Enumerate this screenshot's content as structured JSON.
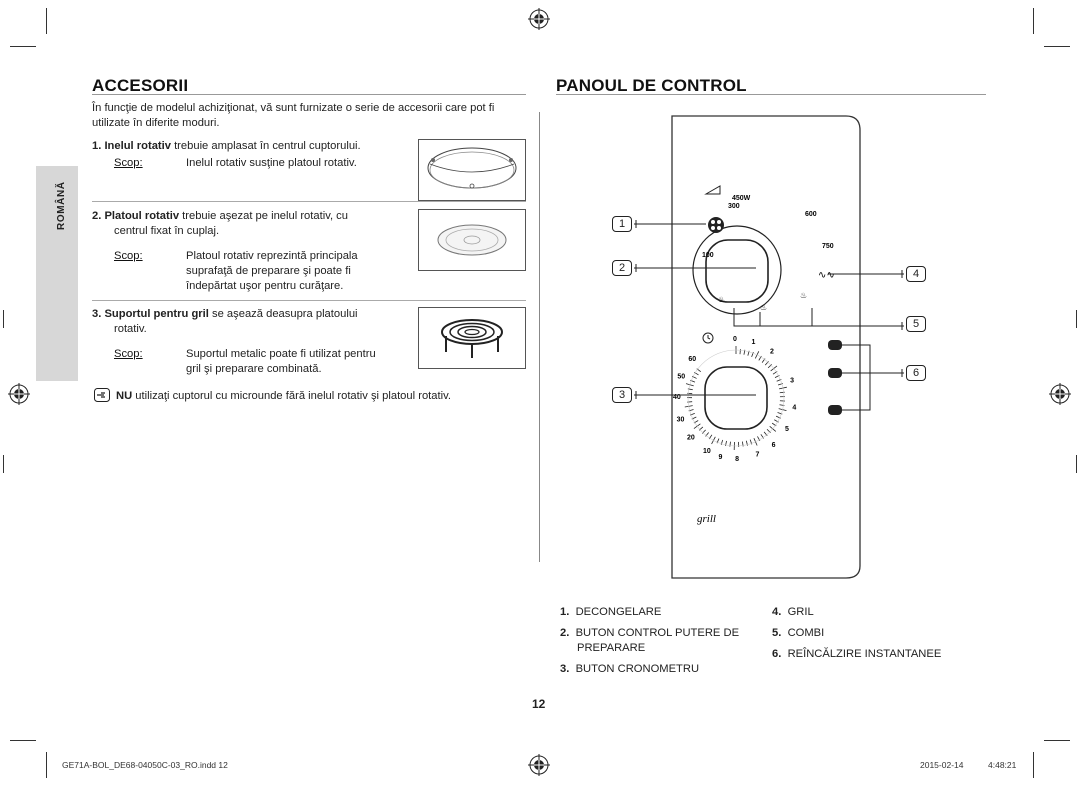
{
  "left": {
    "heading": "ACCESORII",
    "intro": "În funcţie de modelul achiziţionat, vă sunt furnizate o serie de accesorii care pot fi utilizate în diferite moduri.",
    "items": [
      {
        "num": "1.",
        "name": "Inelul rotativ",
        "text": " trebuie amplasat în centrul cuptorului.",
        "scop_label": "Scop:",
        "scop_text": "Inelul rotativ susţine platoul rotativ."
      },
      {
        "num": "2.",
        "name": "Platoul rotativ",
        "text_line1": " trebuie aşezat pe inelul rotativ, cu",
        "text_line2": "centrul fixat în cuplaj.",
        "scop_label": "Scop:",
        "scop_line1": "Platoul rotativ reprezintă principala",
        "scop_line2": "suprafaţă de preparare şi poate fi",
        "scop_line3": "îndepărtat uşor pentru curăţare."
      },
      {
        "num": "3.",
        "name": "Suportul pentru gril",
        "text_line1": " se aşează deasupra platoului",
        "text_line2": "rotativ.",
        "scop_label": "Scop:",
        "scop_line1": "Suportul metalic poate fi utilizat pentru",
        "scop_line2": "gril şi preparare combinată."
      }
    ],
    "note_strong": "NU",
    "note_text": " utilizaţi cuptorul cu microunde fără inelul rotativ şi platoul rotativ.",
    "sidebar_label": "ROMÂNĂ"
  },
  "right": {
    "heading": "PANOUL DE CONTROL",
    "power_labels": {
      "p450": "450W",
      "p300": "300",
      "p600": "600",
      "p750": "750",
      "p100": "100"
    },
    "timer_numbers": [
      "0",
      "1",
      "2",
      "3",
      "4",
      "5",
      "6",
      "7",
      "8",
      "9",
      "10",
      "20",
      "30",
      "40",
      "50",
      "60"
    ],
    "callouts": [
      "1",
      "2",
      "3",
      "4",
      "5",
      "6"
    ],
    "grill_label": "grill",
    "legend_left": [
      {
        "num": "1.",
        "text": "DECONGELARE"
      },
      {
        "num": "2.",
        "text": "BUTON CONTROL PUTERE DE",
        "text2": "PREPARARE"
      },
      {
        "num": "3.",
        "text": "BUTON CRONOMETRU"
      }
    ],
    "legend_right": [
      {
        "num": "4.",
        "text": "GRIL"
      },
      {
        "num": "5.",
        "text": "COMBI"
      },
      {
        "num": "6.",
        "text": "REÎNCĂLZIRE INSTANTANEE"
      }
    ]
  },
  "page_number": "12",
  "footer": {
    "file": "GE71A-BOL_DE68-04050C-03_RO.indd   12",
    "date": "2015-02-14",
    "time": "4:48:21"
  },
  "icons": [
    "registration-mark-icon",
    "hand-pointer-icon",
    "defrost-icon",
    "grill-icon",
    "combi-icon",
    "reheat-icon",
    "clock-icon",
    "power-triangle-icon"
  ]
}
